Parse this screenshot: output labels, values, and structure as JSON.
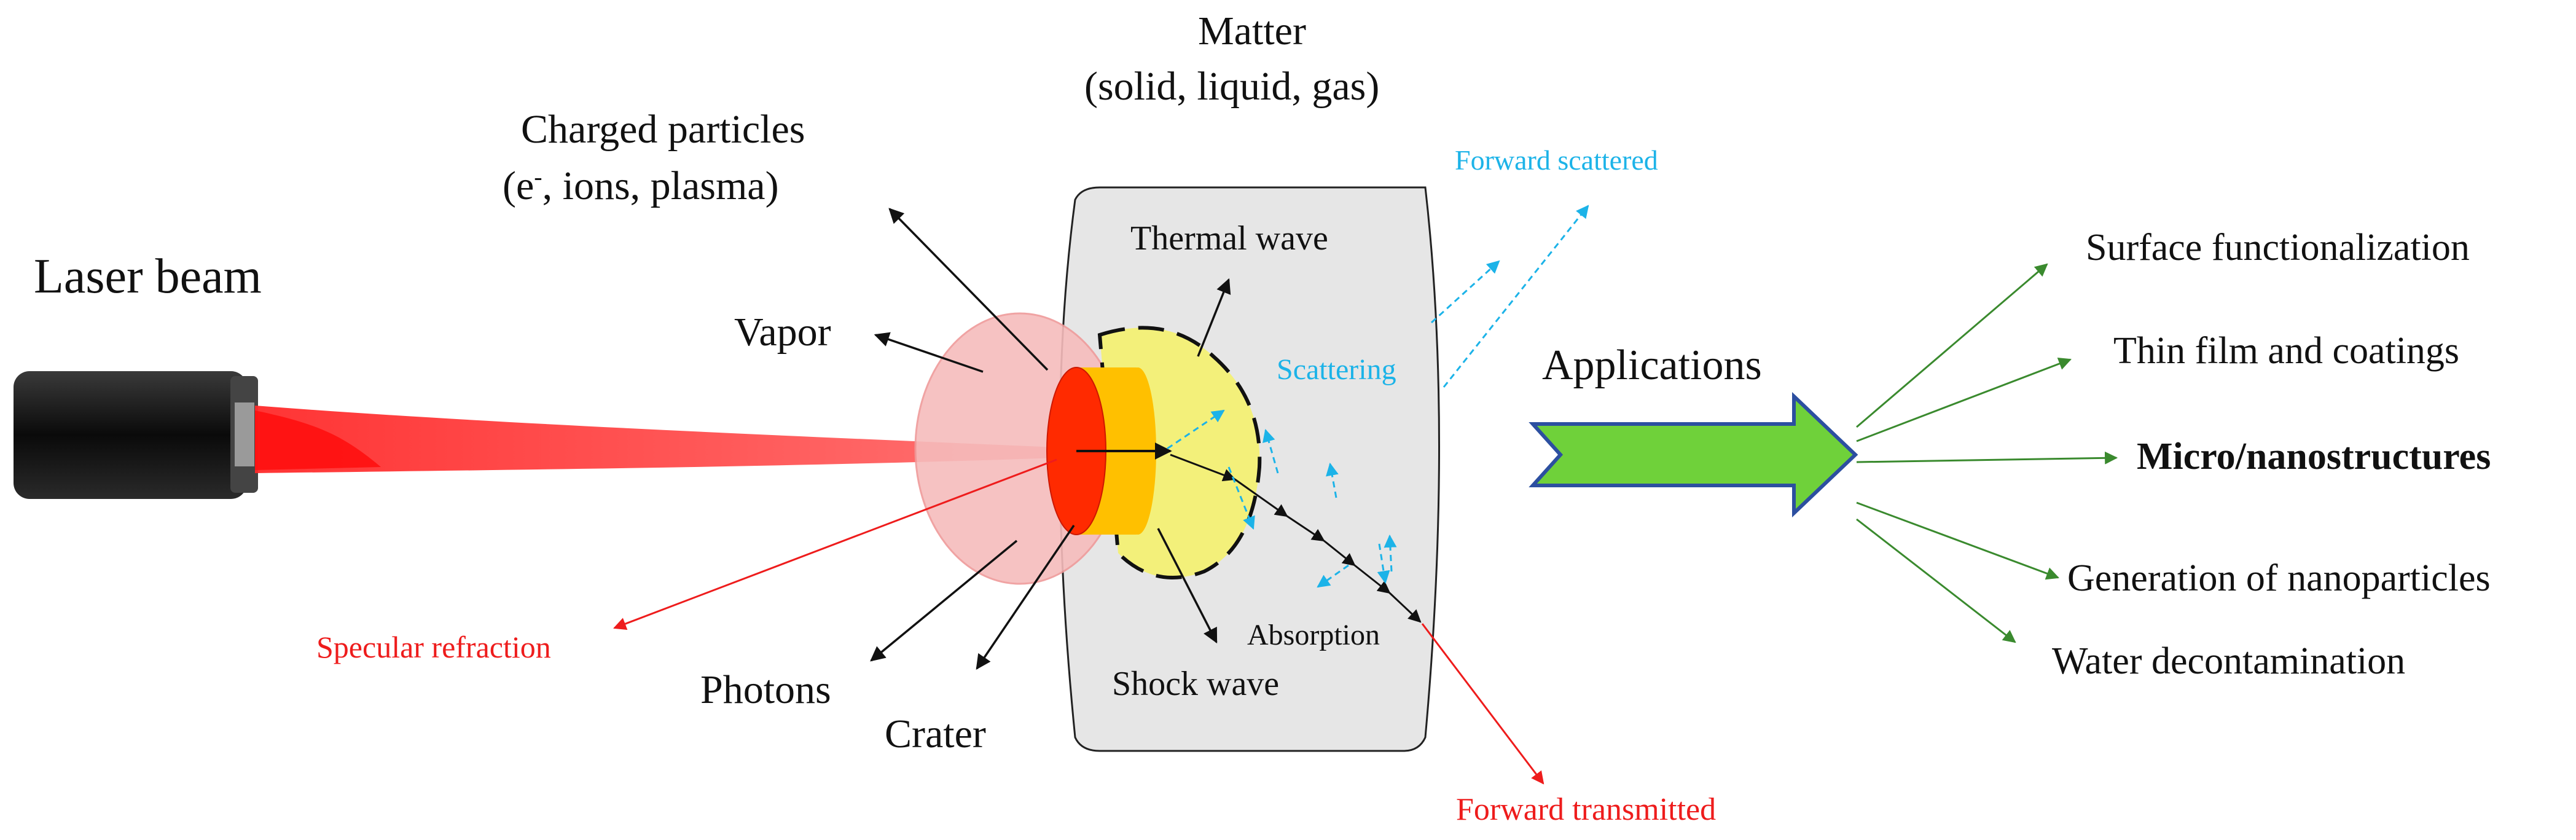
{
  "labels": {
    "laser_beam": "Laser beam",
    "matter_line1": "Matter",
    "matter_line2": "(solid, liquid, gas)",
    "charged_line1": "Charged particles",
    "charged_line2_pre": "(e",
    "charged_line2_sup": "-",
    "charged_line2_post": ", ions, plasma)",
    "vapor": "Vapor",
    "thermal_wave": "Thermal wave",
    "forward_scattered": "Forward scattered",
    "scattering": "Scattering",
    "applications": "Applications",
    "absorption": "Absorption",
    "shock_wave": "Shock wave",
    "photons": "Photons",
    "crater": "Crater",
    "specular_refraction": "Specular refraction",
    "forward_transmitted": "Forward transmitted"
  },
  "applications_list": [
    "Surface functionalization",
    "Thin film and coatings",
    "Micro/nanostructures",
    "Generation of nanoparticles",
    "Water decontamination"
  ],
  "colors": {
    "text": "#111111",
    "red_label": "#ee1c1c",
    "blue_label": "#1cb3e8",
    "green_arrow": "#3a8a2e",
    "applications_arrow_fill": "#6fd13a",
    "applications_arrow_stroke": "#2c4fa0",
    "matter_fill": "#e6e6e6",
    "plume_fill": "#f6bcbc",
    "thermal_fill": "#f3f07a",
    "crater_outer": "#ffc000",
    "crater_inner": "#ff2a00",
    "beam": "#ff5a5a"
  },
  "icons": {
    "laser_head": "laser-source-icon",
    "applications_arrow": "block-arrow-right-icon"
  }
}
